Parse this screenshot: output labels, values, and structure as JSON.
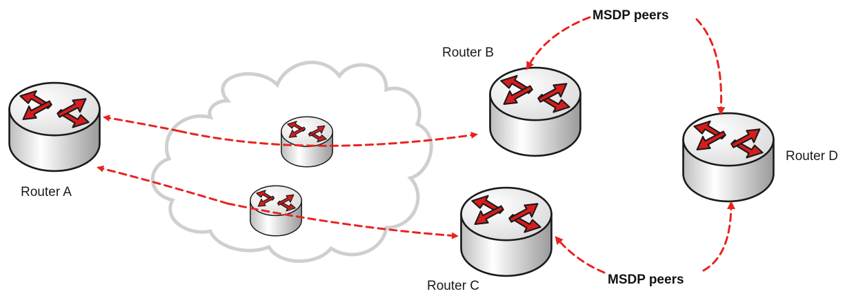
{
  "routers": [
    {
      "id": "a",
      "label": "Router A"
    },
    {
      "id": "b",
      "label": "Router B"
    },
    {
      "id": "c",
      "label": "Router C"
    },
    {
      "id": "d",
      "label": "Router D"
    }
  ],
  "peer_labels": {
    "top": "MSDP peers",
    "bottom": "MSDP peers"
  },
  "colors": {
    "arrow": "#e8231e",
    "cloud": "#cfcfcf",
    "router_body": "#e6e6e6",
    "router_stroke": "#1a1a1a"
  }
}
